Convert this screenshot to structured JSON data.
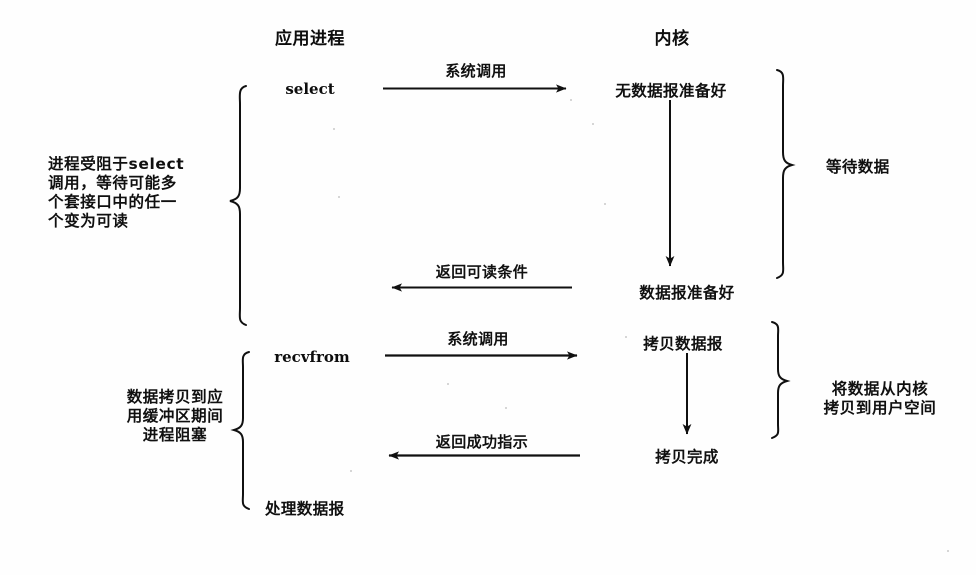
{
  "figure": {
    "kind": "sequence-diagram",
    "columns": {
      "app": "应用进程",
      "kernel": "内核"
    },
    "calls": {
      "select": "select",
      "recvfrom": "recvfrom"
    },
    "arrows": [
      {
        "id": "syscall-select",
        "label": "系统调用",
        "direction": "right"
      },
      {
        "id": "return-readable",
        "label": "返回可读条件",
        "direction": "left"
      },
      {
        "id": "syscall-recvfrom",
        "label": "系统调用",
        "direction": "right"
      },
      {
        "id": "return-success",
        "label": "返回成功指示",
        "direction": "left"
      }
    ],
    "kernel_states": [
      {
        "id": "no-datagram-ready",
        "label": "无数据报准备好"
      },
      {
        "id": "datagram-ready",
        "label": "数据报准备好"
      },
      {
        "id": "copy-datagram",
        "label": "拷贝数据报"
      },
      {
        "id": "copy-complete",
        "label": "拷贝完成"
      }
    ],
    "app_states": [
      {
        "id": "process-datagram",
        "label": "处理数据报"
      }
    ],
    "left_annotations": [
      {
        "id": "blocked-in-select",
        "label": "进程受阻于select\n调用，等待可能多\n个套接口中的任一\n个变为可读"
      },
      {
        "id": "blocked-during-copy",
        "label": "数据拷贝到应\n用缓冲区期间\n进程阻塞"
      }
    ],
    "right_annotations": [
      {
        "id": "wait-for-data",
        "label": "等待数据"
      },
      {
        "id": "copy-to-userspace",
        "label": "将数据从内核\n拷贝到用户空间"
      }
    ],
    "colors": {
      "ink": "#101010",
      "paper": "#fefefe"
    }
  }
}
